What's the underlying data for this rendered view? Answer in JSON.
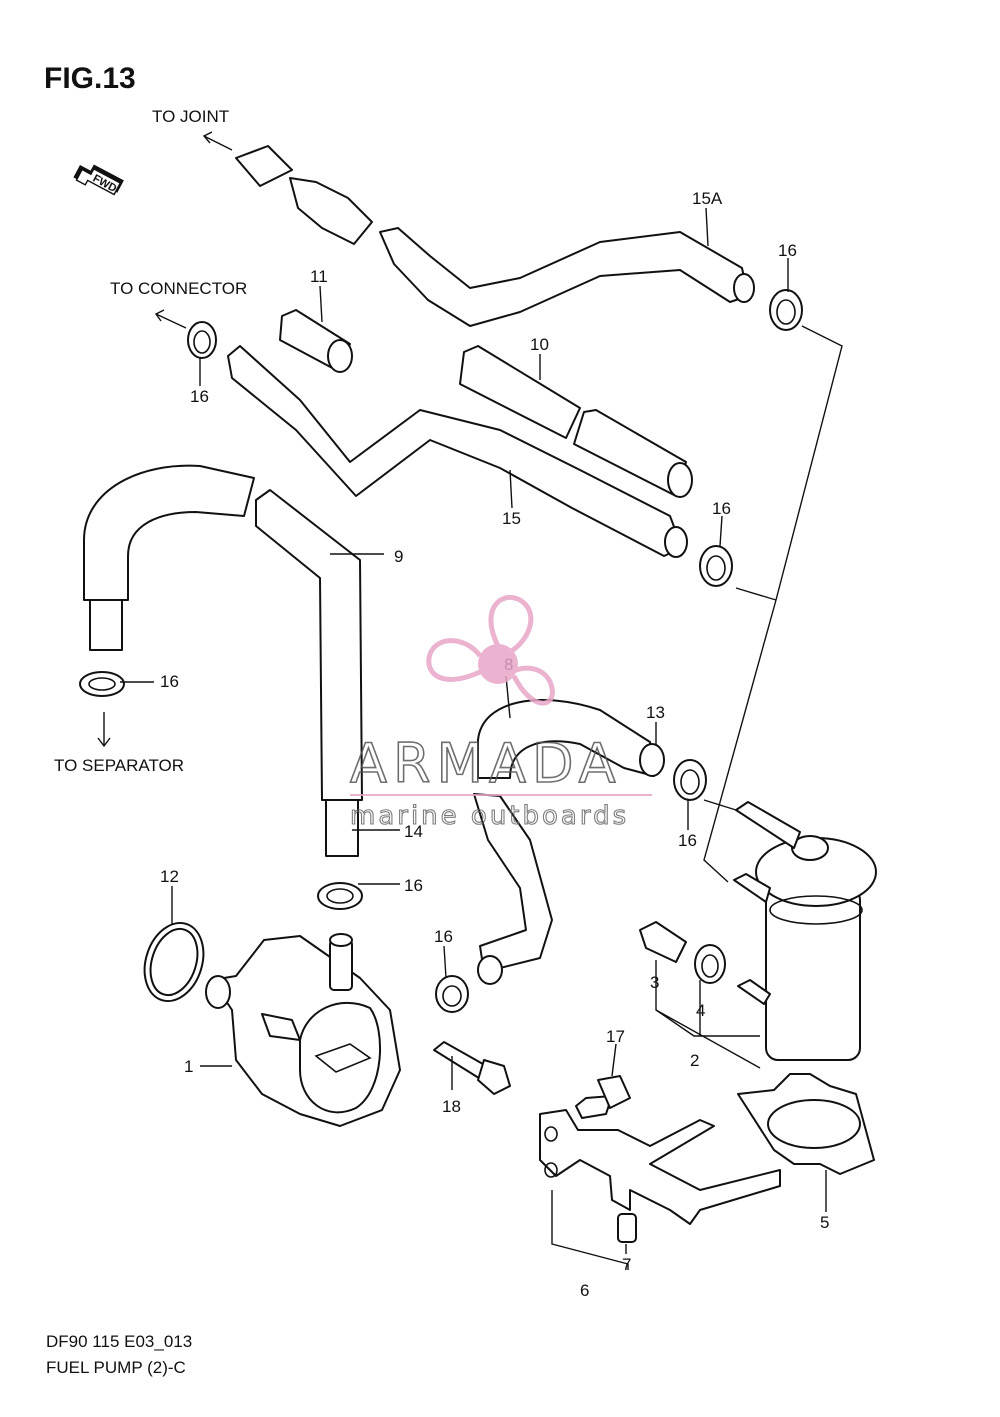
{
  "figure": {
    "title": "FIG.13",
    "code": "DF90 115 E03_013",
    "name": "FUEL PUMP (2)-C"
  },
  "directions": {
    "to_joint": "TO JOINT",
    "to_connector": "TO CONNECTOR",
    "to_separator": "TO SEPARATOR",
    "fwd": "FWD"
  },
  "watermark": {
    "brand": "ARMADA",
    "tagline": "marine outboards",
    "logo_color": "#e8a6c8"
  },
  "callouts": {
    "p1": "1",
    "p2": "2",
    "p3": "3",
    "p4": "4",
    "p5": "5",
    "p6": "6",
    "p7": "7",
    "p8": "8",
    "p9": "9",
    "p10": "10",
    "p11": "11",
    "p12": "12",
    "p13": "13",
    "p14": "14",
    "p15": "15",
    "p15a": "15A",
    "p16": "16",
    "p17": "17",
    "p18": "18"
  }
}
